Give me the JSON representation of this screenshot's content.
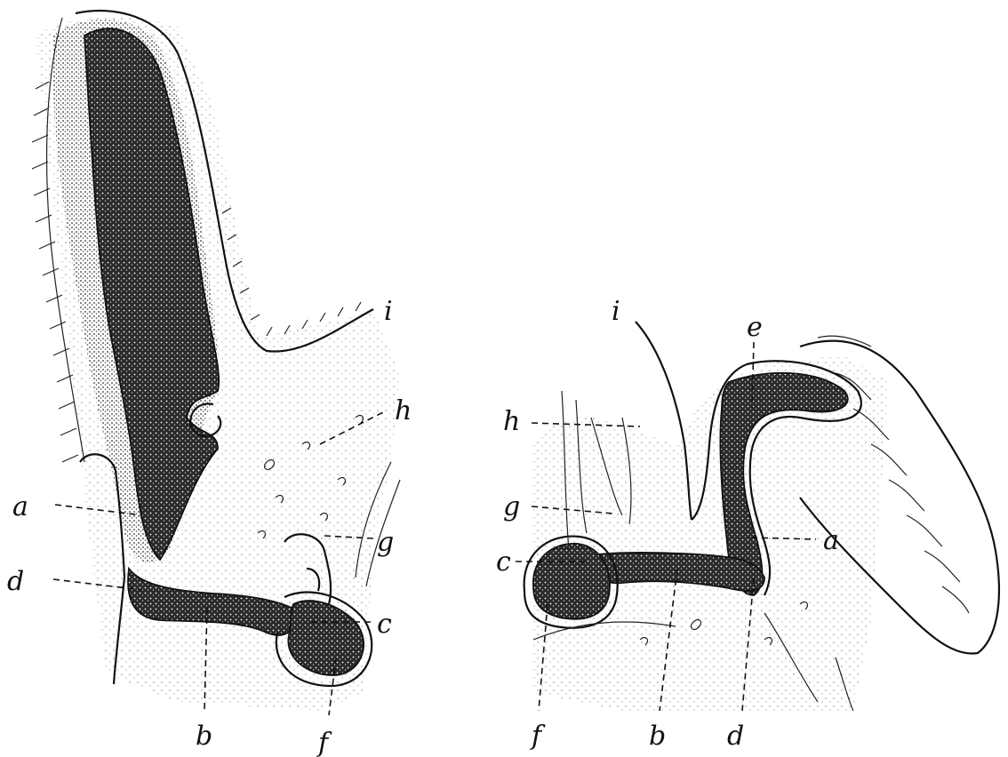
{
  "figure": {
    "left_panel_labels": [
      "a",
      "b",
      "c",
      "d",
      "f",
      "g",
      "h",
      "i"
    ],
    "right_panel_labels": [
      "a",
      "b",
      "c",
      "d",
      "e",
      "f",
      "g",
      "h",
      "i"
    ]
  },
  "labels": {
    "left": {
      "a": "a",
      "b": "b",
      "c": "c",
      "d": "d",
      "f": "f",
      "g": "g",
      "h": "h",
      "i": "i"
    },
    "right": {
      "a": "a",
      "b": "b",
      "c": "c",
      "d": "d",
      "e": "e",
      "f": "f",
      "g": "g",
      "h": "h",
      "i": "i"
    }
  }
}
